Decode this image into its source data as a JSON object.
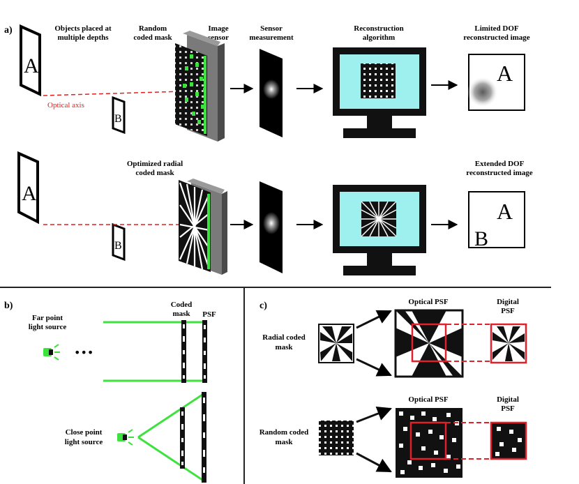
{
  "panel_labels": {
    "a": "a)",
    "b": "b)",
    "c": "c)"
  },
  "panel_a": {
    "objects_label_1": "Objects placed at",
    "objects_label_2": "multiple depths",
    "random_mask_1": "Random",
    "random_mask_2": "coded mask",
    "image_sensor_1": "Image",
    "image_sensor_2": "sensor",
    "sensor_meas_1": "Sensor",
    "sensor_meas_2": "measurement",
    "recon_1": "Reconstruction",
    "recon_2": "algorithm",
    "limited_1": "Limited DOF",
    "limited_2": "reconstructed image",
    "optical_axis": "Optical axis",
    "radial_mask_1": "Optimized radial",
    "radial_mask_2": "coded mask",
    "extended_1": "Extended DOF",
    "extended_2": "reconstructed image",
    "letter_a": "A",
    "letter_b": "B"
  },
  "panel_b": {
    "far_1": "Far point",
    "far_2": "light source",
    "close_1": "Close point",
    "close_2": "light source",
    "coded_1": "Coded",
    "coded_2": "mask",
    "psf": "PSF",
    "dots": "•••"
  },
  "panel_c": {
    "radial_1": "Radial coded",
    "radial_2": "mask",
    "random_1": "Random coded",
    "random_2": "mask",
    "optical_psf": "Optical PSF",
    "digital_1": "Digital",
    "digital_2": "PSF"
  },
  "colors": {
    "green": "#3ee23e",
    "red_axis": "#e02020",
    "red_box": "#e0202a",
    "screen": "#9ef0ee",
    "sensor_gray": "#6e6e6e",
    "divider": "#222222"
  }
}
